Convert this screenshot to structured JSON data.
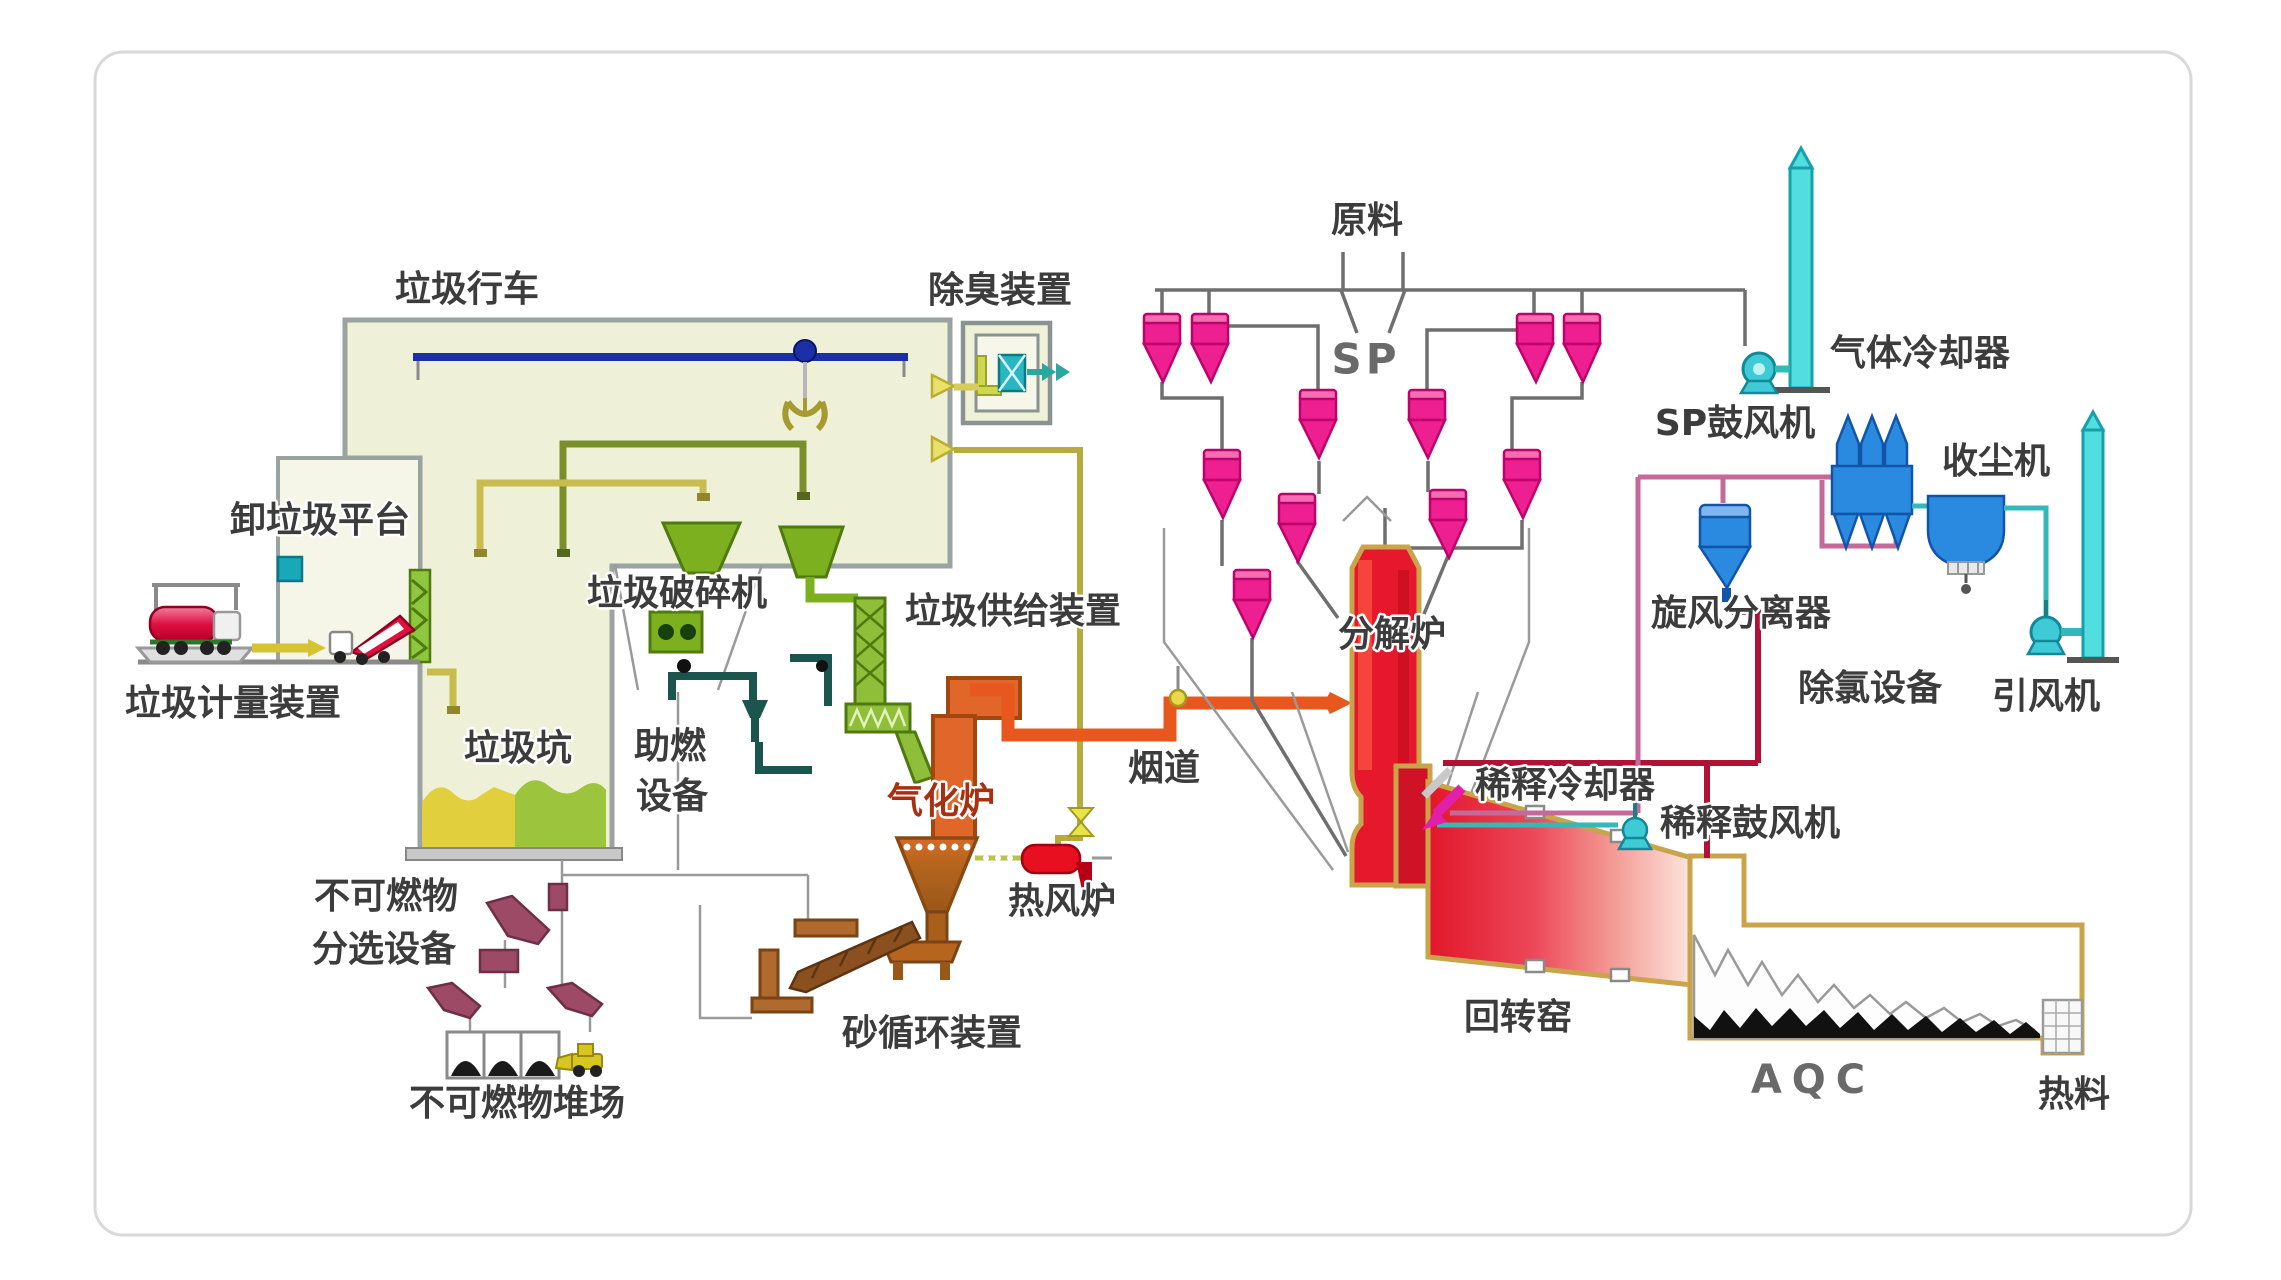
{
  "labels": {
    "garbage_crane": "垃圾行车",
    "deodorizer": "除臭装置",
    "unload_platform": "卸垃圾平台",
    "weighing_device": "垃圾计量装置",
    "garbage_pit": "垃圾坑",
    "crusher": "垃圾破碎机",
    "combustion_aid_1": "助燃",
    "combustion_aid_2": "设备",
    "feeder": "垃圾供给装置",
    "gasifier": "气化炉",
    "hot_blast_stove": "热风炉",
    "flue": "烟道",
    "sand_circulation": "砂循环装置",
    "sorting_1": "不可燃物",
    "sorting_2": "分选设备",
    "storage_yard": "不可燃物堆场",
    "raw_material": "原料",
    "sp": "SP",
    "calciner": "分解炉",
    "dilution_cooler": "稀释冷却器",
    "dilution_blower": "稀释鼓风机",
    "rotary_kiln": "回转窑",
    "aqc": "AQC",
    "hot_clinker": "热料",
    "gas_cooler": "气体冷却器",
    "sp_blower": "SP鼓风机",
    "dust_collector": "收尘机",
    "cyclone_separator": "旋风分离器",
    "chlorine_removal": "除氯设备",
    "induced_draft_fan": "引风机"
  },
  "colors": {
    "building_fill": "#eef1d8",
    "building_stroke": "#9aa3a0",
    "crane_rail": "#1b2fa8",
    "cyclone_pink": "#ee1f90",
    "flue_orange": "#e8581e",
    "gasifier_orange": "#e0662a",
    "calciner_red": "#e6182c",
    "kiln_border_tan": "#c9a44a",
    "hot_stove_red": "#e81020",
    "crimson_pipe": "#b01236",
    "rose_pipe": "#c46a9a",
    "teal_pipe": "#35b8ba",
    "cyan_equipment": "#52dede",
    "blue_equipment": "#2a8ae0",
    "maroon_chute": "#9c4a66",
    "olive_pipe": "#7a8f2a",
    "yellow_pipe": "#c9bc4e",
    "hopper_green": "#7db01e"
  }
}
